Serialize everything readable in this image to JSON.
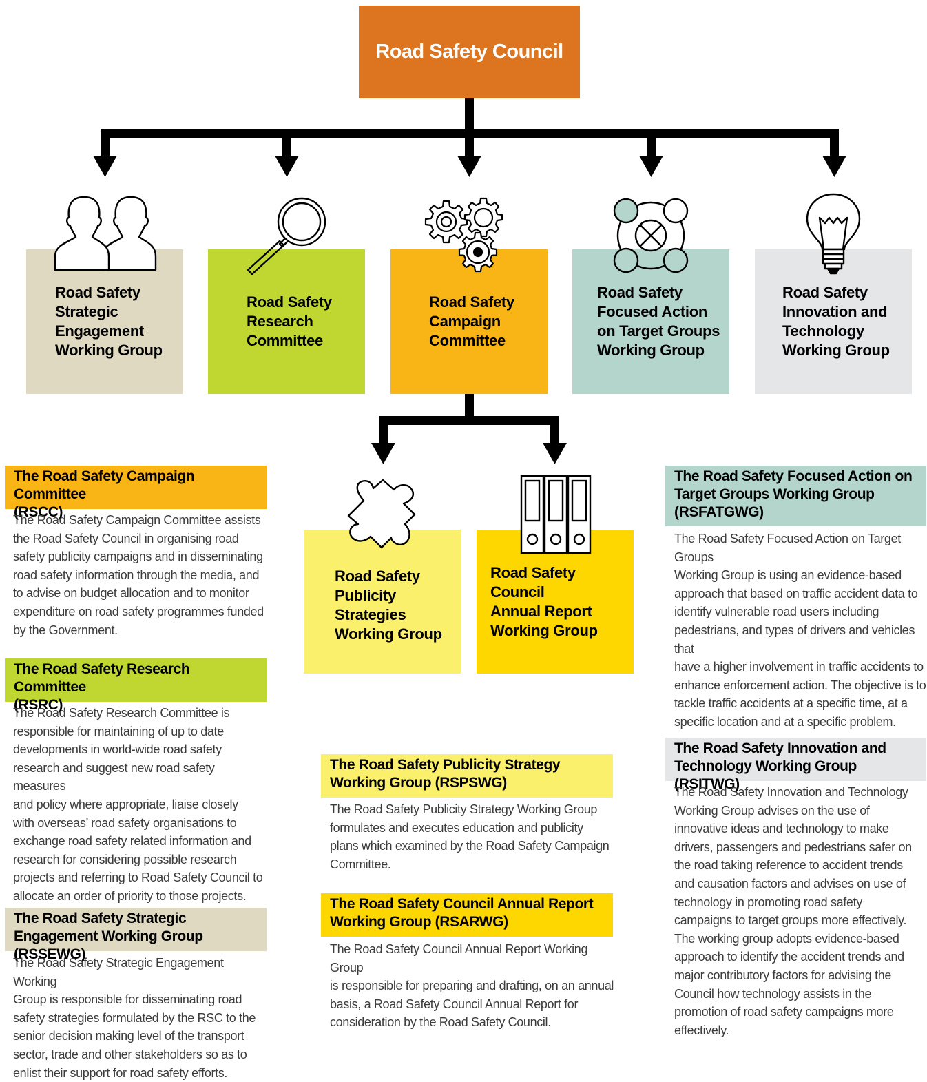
{
  "council": {
    "title": "Road Safety Council",
    "color": "#dd741f"
  },
  "groups": [
    {
      "id": "rssewg",
      "label": "Road Safety\nStrategic\nEngagement\nWorking Group",
      "icon": "people-icon",
      "color": "#dfd9c1"
    },
    {
      "id": "rsrc",
      "label": "Road Safety\nResearch\nCommittee",
      "icon": "magnifier-icon",
      "color": "#c1d731"
    },
    {
      "id": "rscc",
      "label": "Road Safety\nCampaign\nCommittee",
      "icon": "gears-icon",
      "color": "#f9b515"
    },
    {
      "id": "rsfatgwg",
      "label": "Road Safety\nFocused Action\non Target Groups\nWorking Group",
      "icon": "target-icon",
      "color": "#b3d5cc"
    },
    {
      "id": "rsitwg",
      "label": "Road Safety\nInnovation and\nTechnology\nWorking Group",
      "icon": "lightbulb-icon",
      "color": "#e5e6e7"
    }
  ],
  "subgroups": [
    {
      "id": "rspswg",
      "label": "Road Safety\nPublicity\nStrategies\nWorking Group",
      "icon": "puzzle-icon",
      "color": "#fbf06c"
    },
    {
      "id": "rsarwg",
      "label": "Road Safety Council\nAnnual Report\nWorking Group",
      "icon": "binders-icon",
      "color": "#fed700"
    }
  ],
  "descriptions": {
    "rscc": {
      "heading": "The Road Safety Campaign Committee\n(RSCC)",
      "color": "#f9b515",
      "text": "The Road Safety Campaign Committee assists\nthe Road Safety Council in organising road\nsafety publicity campaigns and in disseminating\nroad safety information through the media, and\nto advise on budget allocation and to monitor\nexpenditure on road safety programmes funded\nby the Government."
    },
    "rsrc": {
      "heading": "The Road Safety Research Committee\n(RSRC)",
      "color": "#c1d731",
      "text": "The Road Safety Research Committee is\nresponsible for maintaining of up to date\ndevelopments in world-wide road safety\nresearch and suggest new road safety measures\nand policy where appropriate, liaise closely\nwith overseas’ road safety organisations to\nexchange road safety related information and\nresearch for considering possible research\nprojects and referring to Road Safety Council to\nallocate an order of priority to those projects."
    },
    "rssewg": {
      "heading": "The Road Safety Strategic\nEngagement Working Group (RSSEWG)",
      "color": "#dfd9c1",
      "text": "The Road Safety Strategic Engagement Working\nGroup is responsible for disseminating road\nsafety strategies formulated by the RSC to the\nsenior decision making level of the transport\nsector, trade and other stakeholders so as to\nenlist their support for road safety efforts."
    },
    "rspswg": {
      "heading": "The Road Safety Publicity Strategy\nWorking Group (RSPSWG)",
      "color": "#fbf06c",
      "text": "The Road Safety Publicity Strategy Working Group\nformulates and executes education and publicity\nplans which examined by the Road Safety Campaign\nCommittee."
    },
    "rsarwg": {
      "heading": "The Road Safety Council Annual Report\nWorking Group (RSARWG)",
      "color": "#fed700",
      "text": "The Road Safety Council Annual Report Working Group\nis responsible for preparing and drafting, on an annual\nbasis, a Road Safety Council Annual Report for\nconsideration by the Road Safety Council."
    },
    "rsfatgwg": {
      "heading": "The Road Safety Focused Action on\nTarget Groups Working Group\n(RSFATGWG)",
      "color": "#b3d5cc",
      "text": "The Road Safety Focused Action on Target Groups\nWorking Group is using an evidence-based\napproach that based on traffic accident data to\nidentify vulnerable road users including\npedestrians, and types of drivers and vehicles that\nhave a higher involvement in traffic accidents to\nenhance enforcement action. The objective is to\ntackle traffic accidents at a specific time, at a\nspecific location and at a specific problem."
    },
    "rsitwg": {
      "heading": "The Road Safety Innovation and\nTechnology Working Group (RSITWG)",
      "color": "#e5e6e7",
      "text": "The Road Safety Innovation and Technology\nWorking Group advises on the use of\ninnovative ideas and technology to make\ndrivers, passengers and pedestrians safer on\nthe road taking reference to accident trends\nand causation factors and advises on use of\ntechnology in promoting road safety\ncampaigns to target groups more effectively.\nThe working group adopts evidence-based\napproach to identify the accident trends and\nmajor contributory factors for advising the\nCouncil how technology assists in the\npromotion of road safety campaigns more\neffectively."
    }
  }
}
